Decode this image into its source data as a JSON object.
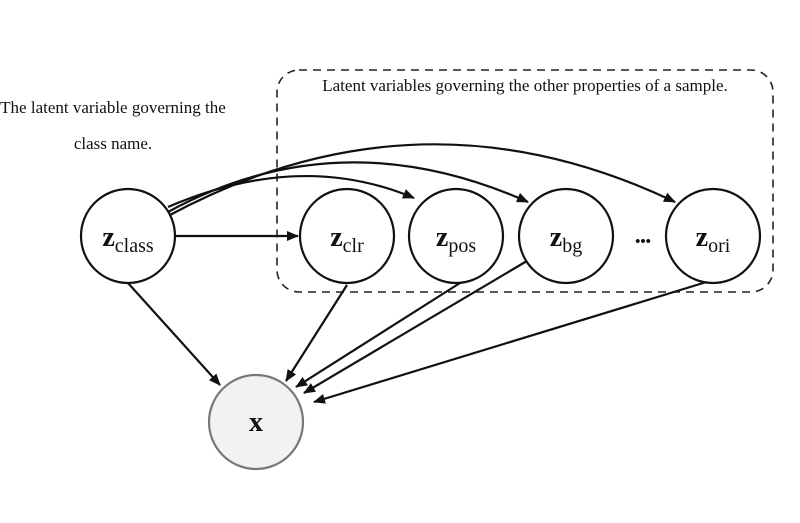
{
  "captions": {
    "left": "The latent variable governing the class name.",
    "right": "Latent variables governing the other properties of a sample."
  },
  "nodes": {
    "class": {
      "symbol": "z",
      "subscript": "class"
    },
    "clr": {
      "symbol": "z",
      "subscript": "clr"
    },
    "pos": {
      "symbol": "z",
      "subscript": "pos"
    },
    "bg": {
      "symbol": "z",
      "subscript": "bg"
    },
    "ellipsis": "•••",
    "ori": {
      "symbol": "z",
      "subscript": "ori"
    },
    "x": {
      "symbol": "x"
    }
  },
  "colors": {
    "stroke": "#111111",
    "observed_fill": "#f2f2f2",
    "observed_stroke": "#777777"
  }
}
